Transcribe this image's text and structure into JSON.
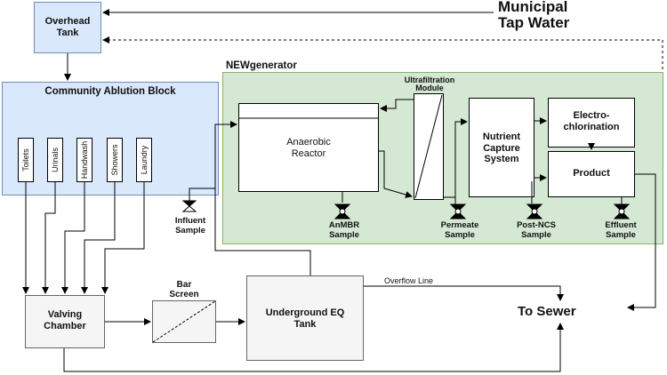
{
  "nodes": {
    "overhead_tank": "Overhead\nTank",
    "municipal": "Municipal\nTap Water",
    "ablution_title": "Community Ablution Block",
    "fixtures": [
      "Toilets",
      "Urinals",
      "Handwash",
      "Showers",
      "Laundry"
    ],
    "newgenerator": "NEWgenerator",
    "uf_module": "Ultrafiltration\nModule",
    "anaerobic": "Anaerobic\nReactor",
    "nutrient": "Nutrient\nCapture\nSystem",
    "electro": "Electro-\nchlorination",
    "product": "Product",
    "valving": "Valving\nChamber",
    "bar_screen": "Bar\nScreen",
    "eq_tank": "Underground EQ\nTank",
    "sewer": "To Sewer",
    "overflow": "Overflow Line"
  },
  "samples": {
    "influent": "Influent\nSample",
    "anmbr": "AnMBR\nSample",
    "permeate": "Permeate\nSample",
    "post_ncs": "Post-NCS\nSample",
    "effluent": "Effluent\nSample"
  }
}
